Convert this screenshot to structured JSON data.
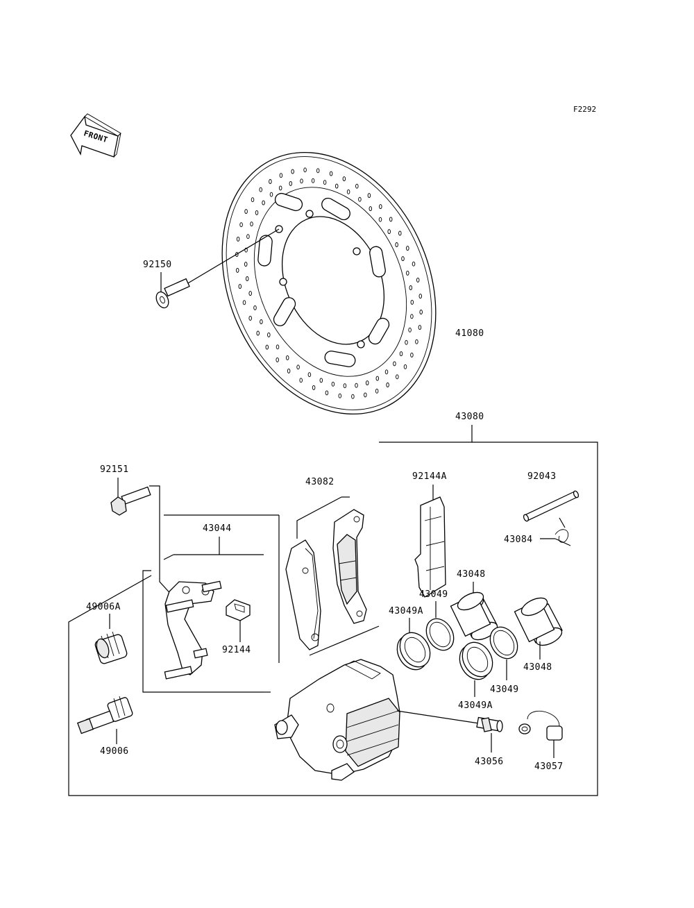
{
  "figure_code": "F2292",
  "front_label": "FRONT",
  "parts": {
    "p92150": "92150",
    "p41080": "41080",
    "p43080": "43080",
    "p92151": "92151",
    "p43082": "43082",
    "p92144A": "92144A",
    "p92043": "92043",
    "p43044": "43044",
    "p43084": "43084",
    "p43048_top": "43048",
    "p43049_top": "43049",
    "p49006A": "49006A",
    "p43049A_left": "43049A",
    "p92144": "92144",
    "p43048_right": "43048",
    "p43049_bottom": "43049",
    "p43049A_bottom": "43049A",
    "p49006": "49006",
    "p43056": "43056",
    "p43057": "43057"
  }
}
